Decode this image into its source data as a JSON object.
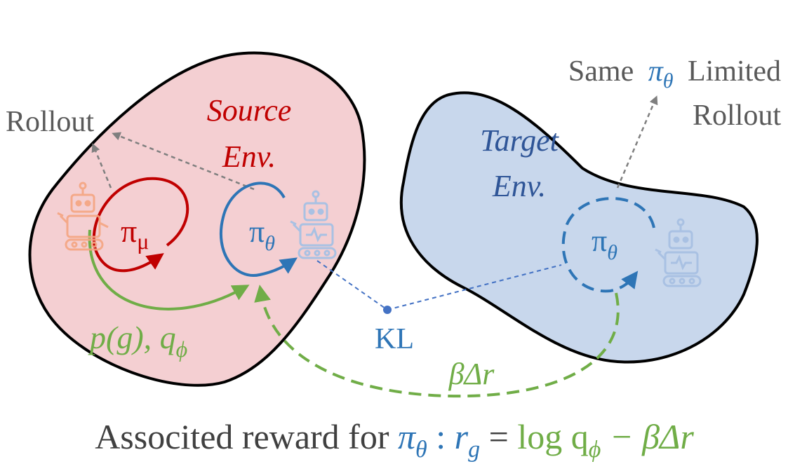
{
  "colors": {
    "source_fill": "#f4cfd2",
    "target_fill": "#c8d7ec",
    "red": "#c00000",
    "blue": "#2e75b6",
    "green": "#70ad47",
    "gray": "#7f7f7f",
    "dark": "#404040",
    "robot_orange": "#f4a582",
    "robot_blue": "#a9c1e3"
  },
  "labels": {
    "source_env_line1": "Source",
    "source_env_line2": "Env.",
    "target_env_line1": "Target",
    "target_env_line2": "Env.",
    "rollout_left": "Rollout",
    "same_prefix": "Same",
    "same_pi": "π",
    "same_pi_sub": "θ",
    "limited": "Limited",
    "rollout_right": "Rollout",
    "pi_mu": "π",
    "pi_mu_sub": "μ",
    "pi_theta_source": "π",
    "pi_theta_source_sub": "θ",
    "pi_theta_target": "π",
    "pi_theta_target_sub": "θ",
    "kl": "KL",
    "goal_prior": "p(g), q",
    "goal_prior_sub": "ϕ",
    "beta_delta_r": "βΔr"
  },
  "formula": {
    "prefix": "Associted reward for ",
    "pi": "π",
    "pi_sub": "θ",
    "colon": " : ",
    "r": "r",
    "r_sub": "g",
    "equals": " = ",
    "log_q": "log q",
    "log_q_sub": "ϕ",
    "minus_term": " − βΔr"
  },
  "icons": [
    "robot-icon-source-orange",
    "robot-icon-source-blue",
    "robot-icon-target-blue"
  ]
}
